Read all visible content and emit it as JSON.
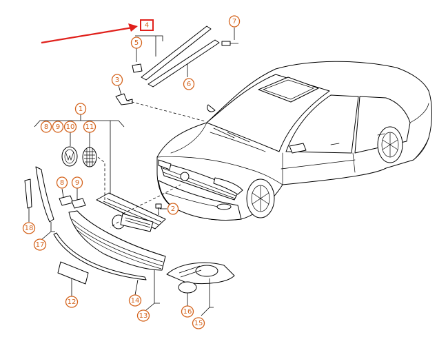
{
  "highlight_color": "#e0201b",
  "callout_color": "#d4631c",
  "highlighted_part": "4",
  "callouts": [
    {
      "id": "c1",
      "label": "1"
    },
    {
      "id": "c2",
      "label": "2"
    },
    {
      "id": "c3",
      "label": "3"
    },
    {
      "id": "c5",
      "label": "5"
    },
    {
      "id": "c6",
      "label": "6"
    },
    {
      "id": "c7",
      "label": "7"
    },
    {
      "id": "c8a",
      "label": "8"
    },
    {
      "id": "c9a",
      "label": "9"
    },
    {
      "id": "c10",
      "label": "10"
    },
    {
      "id": "c11",
      "label": "11"
    },
    {
      "id": "c8b",
      "label": "8"
    },
    {
      "id": "c9b",
      "label": "9"
    },
    {
      "id": "c12",
      "label": "12"
    },
    {
      "id": "c13",
      "label": "13"
    },
    {
      "id": "c14",
      "label": "14"
    },
    {
      "id": "c15",
      "label": "15"
    },
    {
      "id": "c16",
      "label": "16"
    },
    {
      "id": "c17",
      "label": "17"
    },
    {
      "id": "c18",
      "label": "18"
    }
  ]
}
